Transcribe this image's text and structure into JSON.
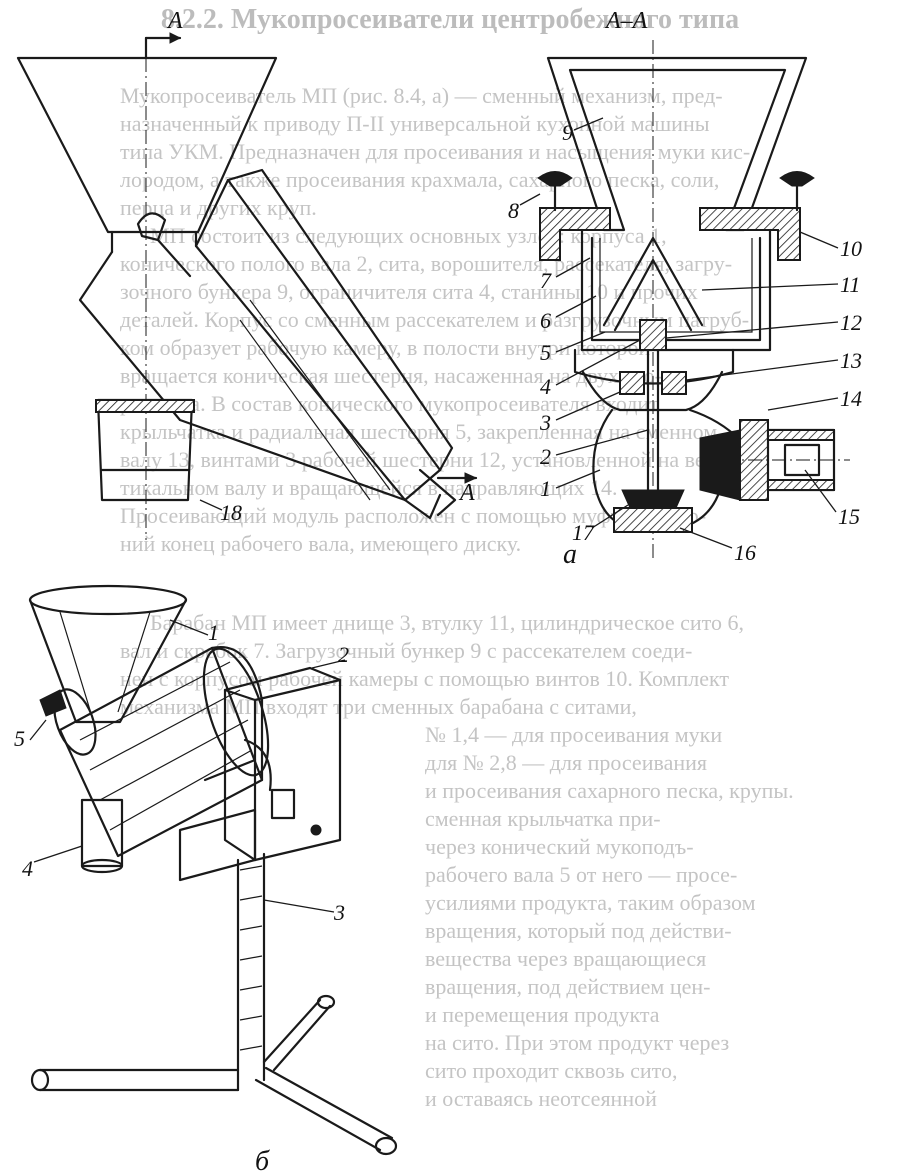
{
  "background_text": {
    "heading": "8.2.2. Мукопросеиватели центробежного типа",
    "lines": [
      "Мукопросеиватель МП (рис. 8.4, а) — сменный механизм, пред-",
      "назначенный к приводу П-II универсальной кухонной машины",
      "типа УКМ. Предназначен для просеивания и насыщения муки кис-",
      "лородом, а также просеивания крахмала, сахарного песка, соли,",
      "перца и других круп.",
      "МП состоит из следующих основных узлов: корпуса 1,",
      "конического полого вала 2, сита, ворошителя, рассекателя, загру-",
      "зочного бункера 9, ограничителя сита 4, станины 10 и прочих",
      "деталей. Корпус со сменным рассекателем и разгрузочным патруб-",
      "ком образует рабочую камеру, в полости внутри которой",
      "вращается коническая шестерня, насаженная на двух сто-",
      "рон вала. В состав конического мукопросеивателя входит",
      "крыльчатка и радиальная шестерня 5, закрепленная на сменном",
      "валу 13, винтами 3 рабочей шестерни 12, установленной на вер-",
      "тикальном валу и вращающейся в направляющих 14.",
      "Просеивающий модуль расположен с помощью муфты на вер-",
      "ний конец рабочего вала, имеющего диску."
    ],
    "lower_lines": [
      "Барабан МП имеет днище 3, втулку 11, цилиндрическое сито 6,",
      "вал и скребок 7. Загрузочный бункер 9 с рассекателем соеди-",
      "нен с корпусом рабочей камеры с помощью винтов 10. Комплект",
      "механизма МП входят три сменных барабана с ситами,",
      "№ 1,4 — для просеивания муки",
      "для № 2,8 — для просеивания",
      "и просеивания сахарного песка, крупы.",
      "сменная крыльчатка при-",
      "через конический мукоподъ-",
      "рабочего вала 5 от него — просе-",
      "усилиями продукта, таким образом",
      "вращения, который под действи-",
      "вещества через вращающиеся",
      "вращения, под действием цен-",
      "и перемещения продукта",
      "на сито. При этом продукт через",
      "сито проходит сквозь сито,",
      "и оставаясь неотсеянной"
    ]
  },
  "figure_a": {
    "section_label": "А–А",
    "sublabel": "а",
    "callouts": [
      "9",
      "8",
      "10",
      "7",
      "11",
      "6",
      "12",
      "5",
      "13",
      "4",
      "3",
      "14",
      "2",
      "1",
      "15",
      "17",
      "16"
    ]
  },
  "figure_top_left": {
    "section_marker": "А",
    "callouts": [
      "18"
    ]
  },
  "figure_b": {
    "sublabel": "б",
    "callouts": [
      "1",
      "2",
      "5",
      "4",
      "3"
    ]
  }
}
